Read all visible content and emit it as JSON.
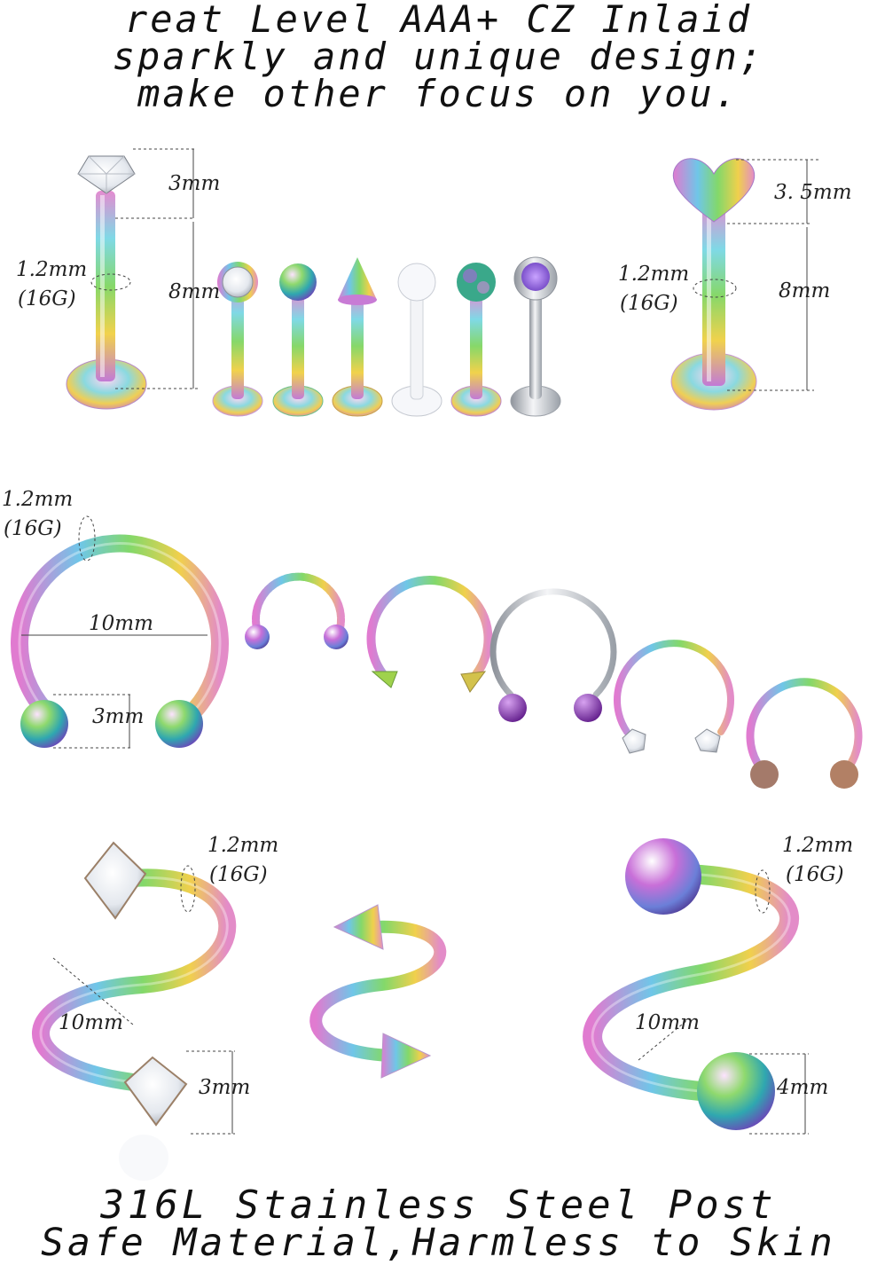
{
  "header": {
    "line1": "reat Level AAA+ CZ Inlaid",
    "line2": "sparkly and unique design;",
    "line3": "make other focus on you."
  },
  "labret": {
    "left": {
      "gauge": "1.2mm",
      "gauge_g": "(16G)",
      "top_size": "3mm",
      "bar_length": "8mm"
    },
    "right": {
      "gauge": "1.2mm",
      "gauge_g": "(16G)",
      "top_size": "3. 5mm",
      "bar_length": "8mm"
    }
  },
  "horseshoe": {
    "gauge": "1.2mm",
    "gauge_g": "(16G)",
    "diameter": "10mm",
    "ball_size": "3mm"
  },
  "spiral": {
    "left": {
      "gauge": "1.2mm",
      "gauge_g": "(16G)",
      "diameter": "10mm",
      "gem_size": "3mm"
    },
    "right": {
      "gauge": "1.2mm",
      "gauge_g": "(16G)",
      "diameter": "10mm",
      "ball_size": "4mm"
    }
  },
  "footer": {
    "line1": "316L Stainless Steel Post",
    "line2": "Safe Material,Harmless to Skin"
  },
  "colors": {
    "rainbow_pink": "#e58bd0",
    "rainbow_green": "#79d86a",
    "rainbow_blue": "#4fc2e0",
    "rainbow_yellow": "#f0d84a",
    "purple": "#8b2fb8",
    "silver": "#c9ccd2"
  }
}
